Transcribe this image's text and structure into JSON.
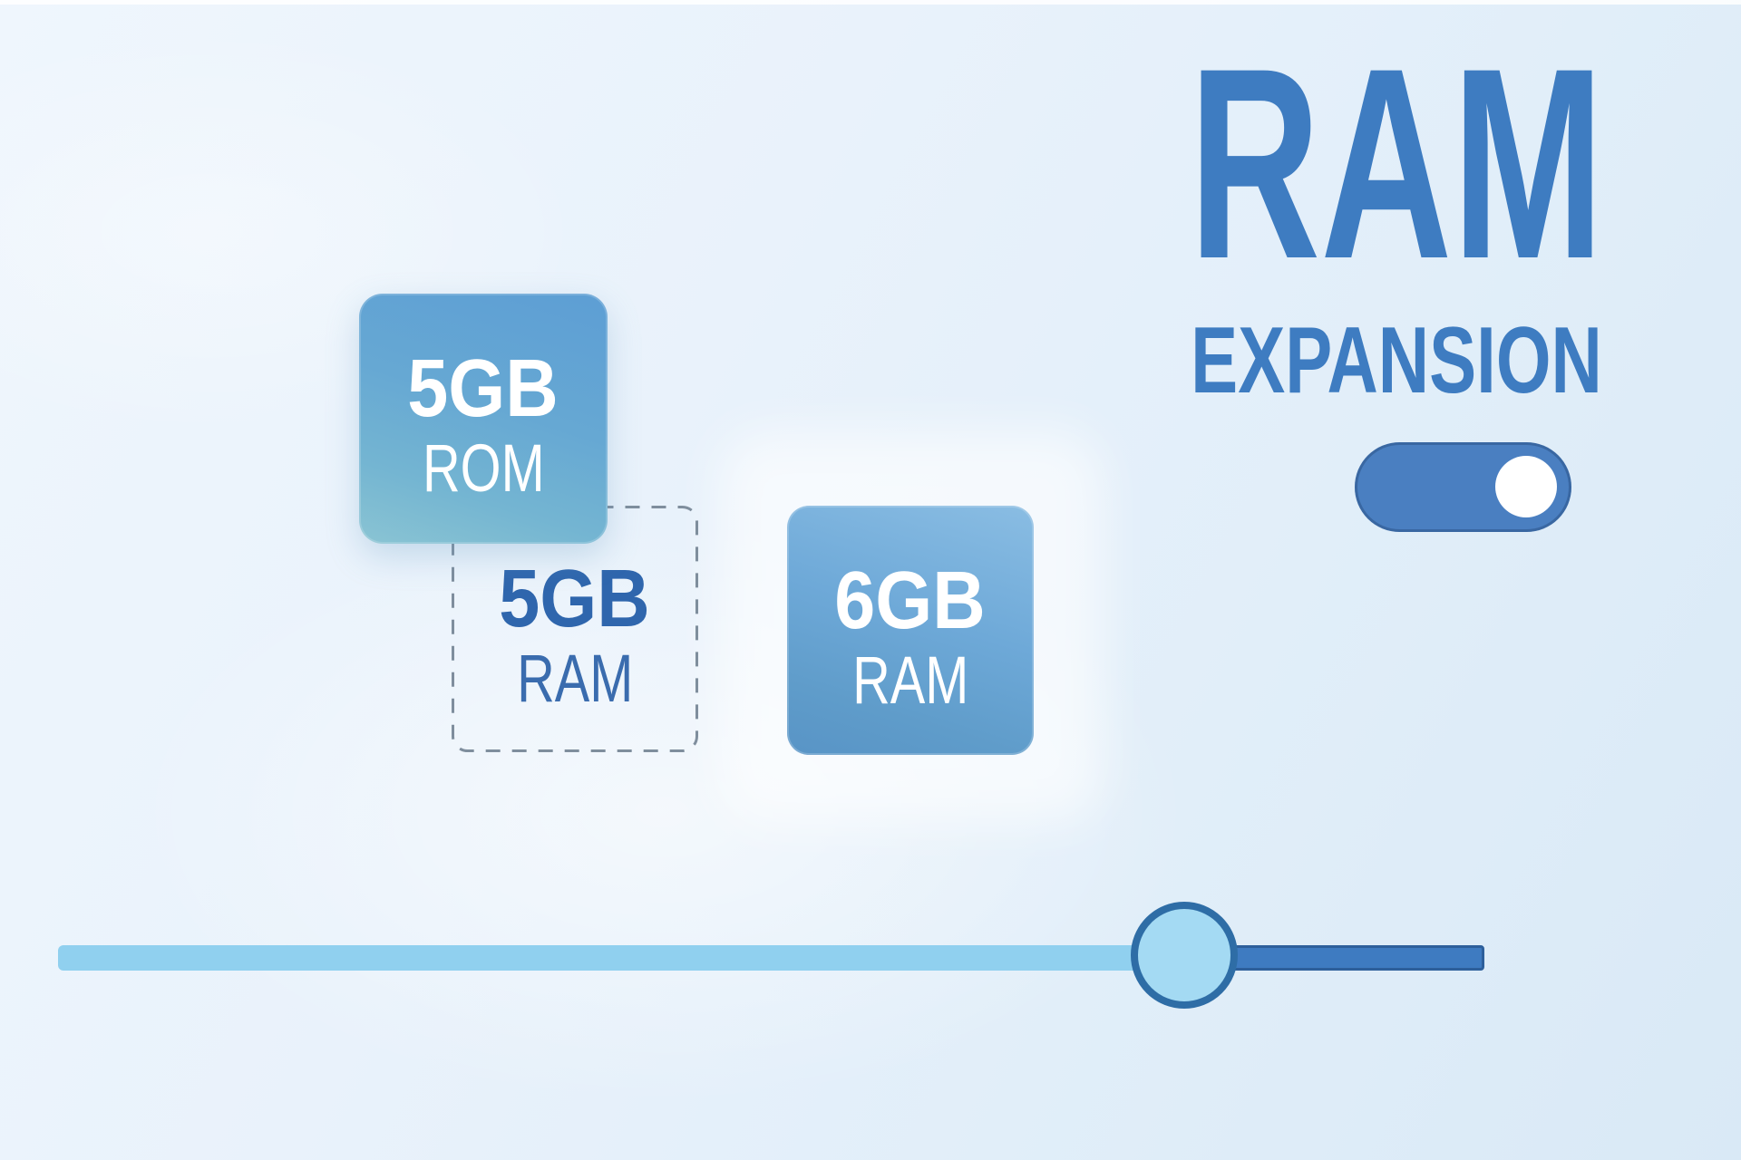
{
  "title": {
    "line1": "RAM",
    "line2": "EXPANSION"
  },
  "cards": {
    "rom": {
      "value": "5GB",
      "label": "ROM"
    },
    "ram_before": {
      "value": "5GB",
      "label": "RAM"
    },
    "ram_after": {
      "value": "6GB",
      "label": "RAM"
    }
  },
  "toggle": {
    "state": "on"
  },
  "slider": {
    "position_percent": 79
  },
  "colors": {
    "background_start": "#eff6fd",
    "background_end": "#d9e9f6",
    "title_blue": "#3e7cc1",
    "rom_card_gradient_top": "#5d9ed4",
    "rom_card_gradient_bottom": "#8ac4d3",
    "ram_after_gradient_top": "#8abde3",
    "ram_after_gradient_bottom": "#5894c6",
    "card_text": "#ffffff",
    "dashed_border": "#7f8e9d",
    "dashed_value_text": "#2f66ad",
    "dashed_label_text": "#3a6cae",
    "toggle_on": "#4a7fc1",
    "toggle_knob": "#ffffff",
    "slider_track_left": "#90d0ef",
    "slider_track_right": "#3e7bc1",
    "slider_track_right_border": "#2d5f9b",
    "slider_handle_fill": "#a4daf3",
    "slider_handle_border": "#2e6da6"
  }
}
